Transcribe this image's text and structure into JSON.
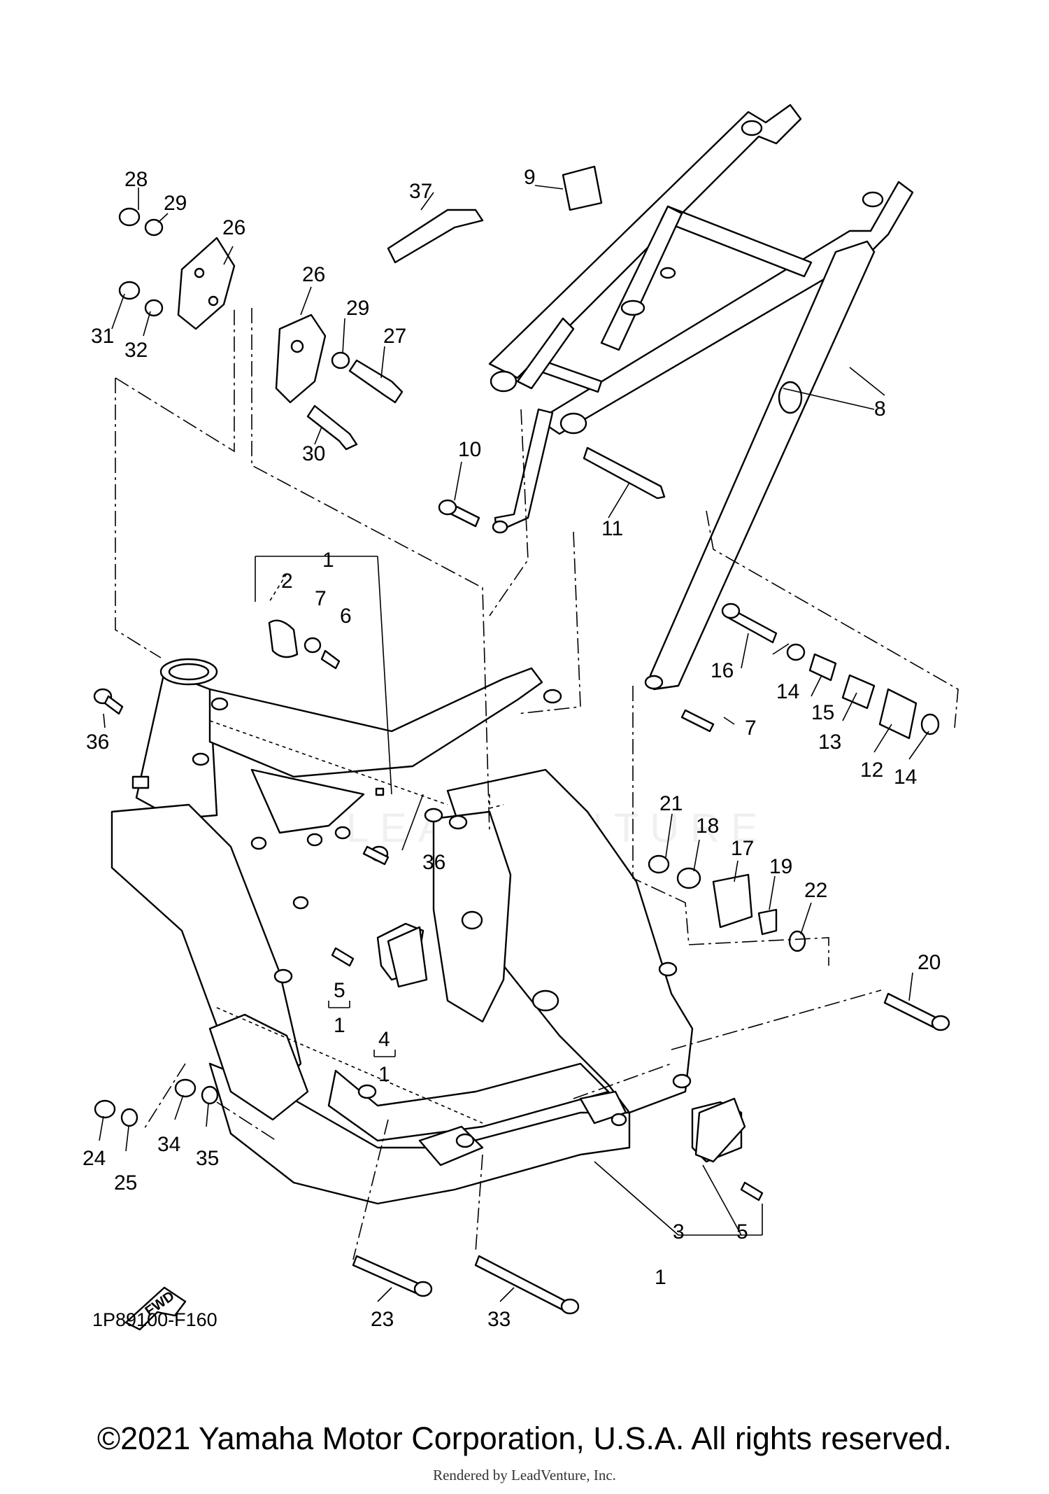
{
  "diagram_id": "1P89100-F160",
  "fwd_label": "FWD",
  "watermark": "LEADVENTURE",
  "copyright": "©2021 Yamaha Motor Corporation, U.S.A. All rights reserved.",
  "rendered_by": "Rendered by LeadVenture, Inc.",
  "callouts": {
    "c1a": "1",
    "c1b": "1",
    "c1c": "1",
    "c1d": "1",
    "c2": "2",
    "c3": "3",
    "c4": "4",
    "c5a": "5",
    "c5b": "5",
    "c6": "6",
    "c7a": "7",
    "c7b": "7",
    "c8": "8",
    "c9": "9",
    "c10": "10",
    "c11": "11",
    "c12": "12",
    "c13": "13",
    "c14a": "14",
    "c14b": "14",
    "c15": "15",
    "c16": "16",
    "c17": "17",
    "c18": "18",
    "c19": "19",
    "c20": "20",
    "c21": "21",
    "c22": "22",
    "c23": "23",
    "c24": "24",
    "c25": "25",
    "c26a": "26",
    "c26b": "26",
    "c27": "27",
    "c28": "28",
    "c29a": "29",
    "c29b": "29",
    "c30": "30",
    "c31": "31",
    "c32": "32",
    "c33": "33",
    "c34": "34",
    "c35": "35",
    "c36a": "36",
    "c36b": "36",
    "c37": "37"
  }
}
